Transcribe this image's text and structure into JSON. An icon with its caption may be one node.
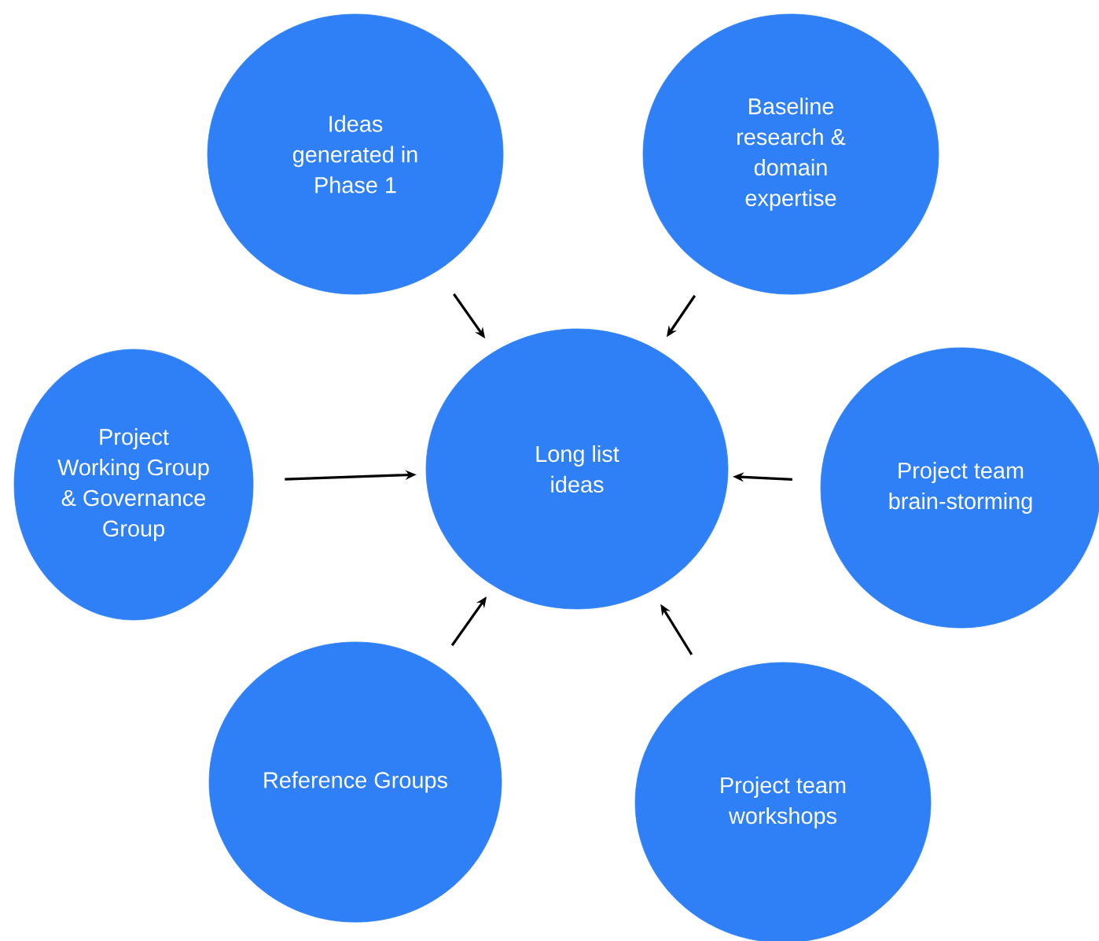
{
  "diagram": {
    "nodes": [
      {
        "text": [
          "Long list ideas"
        ]
      },
      {
        "text": [
          "Ideas generated in Phase 1"
        ]
      },
      {
        "text": [
          "Baseline research & domain expertise"
        ]
      },
      {
        "text": [
          "Project Working Group & Governance Group"
        ]
      },
      {
        "text": [
          "Project team brain-storming"
        ]
      },
      {
        "text": [
          "Reference Groups"
        ]
      },
      {
        "text": [
          "Project team workshops"
        ]
      }
    ],
    "edges": [
      {
        "from": 1,
        "to": 0,
        "arrow": "to"
      },
      {
        "from": 2,
        "to": 0,
        "arrow": "to"
      },
      {
        "from": 3,
        "to": 0,
        "arrow": "to"
      },
      {
        "from": 4,
        "to": 0,
        "arrow": "to"
      },
      {
        "from": 5,
        "to": 0,
        "arrow": "to"
      },
      {
        "from": 6,
        "to": 0,
        "arrow": "to"
      }
    ]
  }
}
